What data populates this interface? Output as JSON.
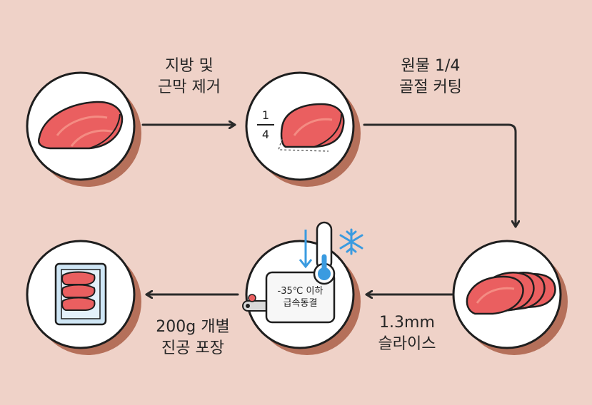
{
  "steps": [
    {
      "id": "trim",
      "line1": "지방 및",
      "line2": "근막 제거"
    },
    {
      "id": "cut",
      "line1": "원물 1/4",
      "line2": "골절 커팅",
      "fraction_num": "1",
      "fraction_den": "4"
    },
    {
      "id": "slice",
      "line1": "1.3mm",
      "line2": "슬라이스"
    },
    {
      "id": "freeze",
      "line1": "-35℃ 이하",
      "line2": "급속동결"
    },
    {
      "id": "pack",
      "line1": "200g 개별",
      "line2": "진공 포장"
    }
  ],
  "colors": {
    "background": "#efd2c8",
    "shadow": "#b5705a",
    "circle_fill": "#ffffff",
    "outline": "#1e1e1e",
    "meat": "#ea5f60",
    "meat_light": "#f48c83",
    "cold_blue": "#3a9be0",
    "tray": "#cfe6f5"
  }
}
